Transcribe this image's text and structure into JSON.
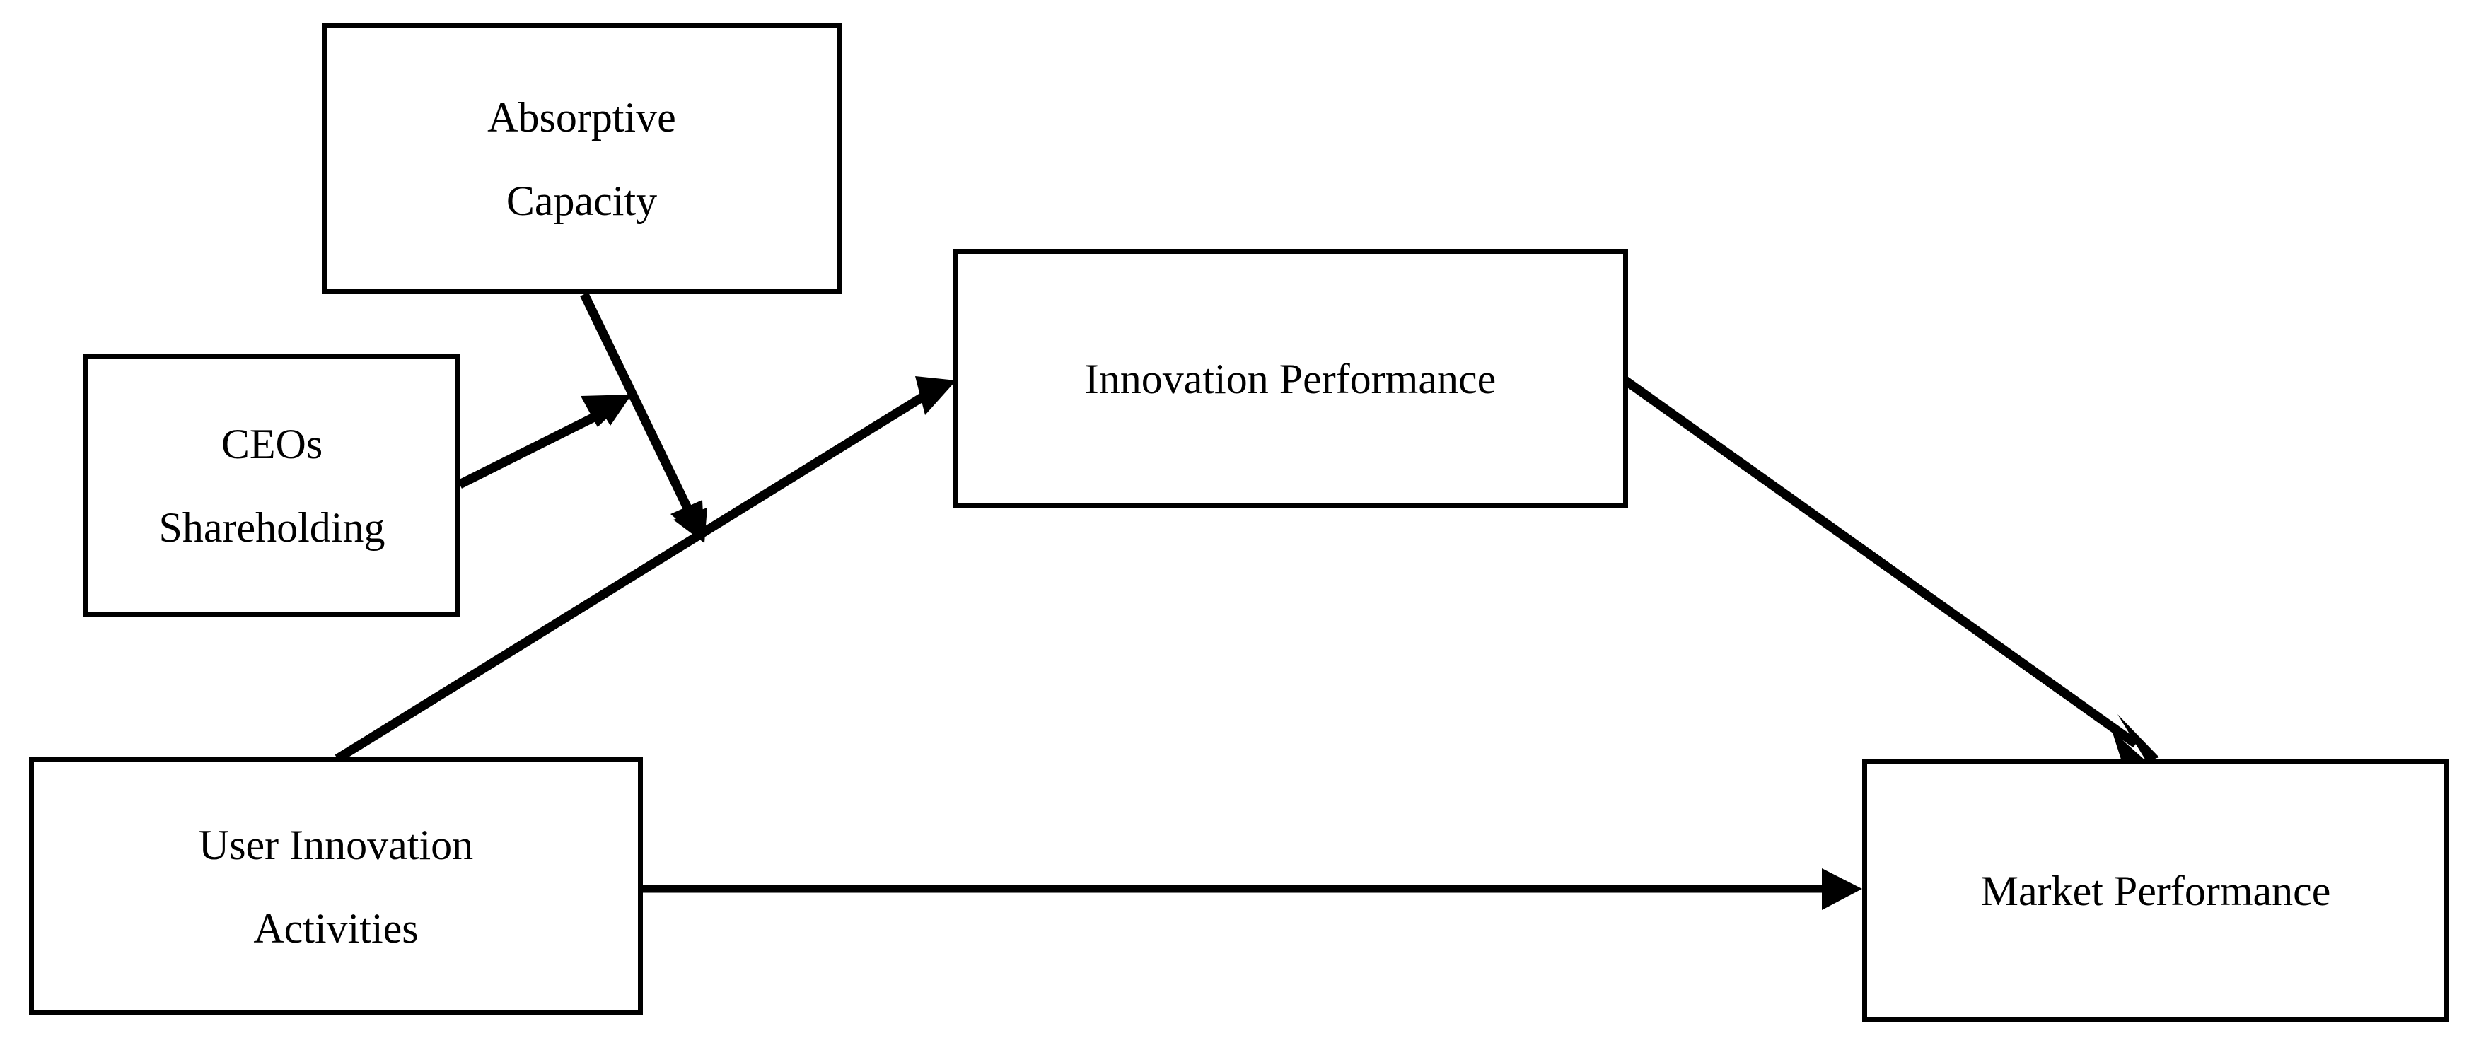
{
  "diagram": {
    "type": "conceptual-research-model",
    "background_color": "#ffffff",
    "line_color": "#000000",
    "nodes": [
      {
        "id": "absorptive-capacity",
        "lines": [
          "Absorptive",
          "Capacity"
        ],
        "line1": "Absorptive",
        "line2": "Capacity"
      },
      {
        "id": "ceos-shareholding",
        "lines": [
          "CEOs",
          "Shareholding"
        ],
        "line1": "CEOs",
        "line2": "Shareholding"
      },
      {
        "id": "innovation-performance",
        "lines": [
          "Innovation Performance"
        ],
        "line1": "Innovation Performance"
      },
      {
        "id": "user-innovation-activities",
        "lines": [
          "User Innovation",
          "Activities"
        ],
        "line1": "User Innovation",
        "line2": "Activities"
      },
      {
        "id": "market-performance",
        "lines": [
          "Market Performance"
        ],
        "line1": "Market Performance"
      }
    ],
    "edges": [
      {
        "id": "user-innovation-to-innovation-performance",
        "from": "user-innovation-activities",
        "to": "innovation-performance",
        "label": "",
        "style": "solid-arrow"
      },
      {
        "id": "user-innovation-to-market-performance",
        "from": "user-innovation-activities",
        "to": "market-performance",
        "label": "",
        "style": "solid-arrow"
      },
      {
        "id": "innovation-performance-to-market-performance",
        "from": "innovation-performance",
        "to": "market-performance",
        "label": "",
        "style": "solid-arrow"
      },
      {
        "id": "ceos-shareholding-moderates-path",
        "from": "ceos-shareholding",
        "to": "user-innovation-to-innovation-performance",
        "label": "",
        "style": "solid-arrow-moderator"
      },
      {
        "id": "absorptive-capacity-moderates-path",
        "from": "absorptive-capacity",
        "to": "user-innovation-to-innovation-performance",
        "label": "",
        "style": "solid-arrow-moderator"
      }
    ]
  }
}
